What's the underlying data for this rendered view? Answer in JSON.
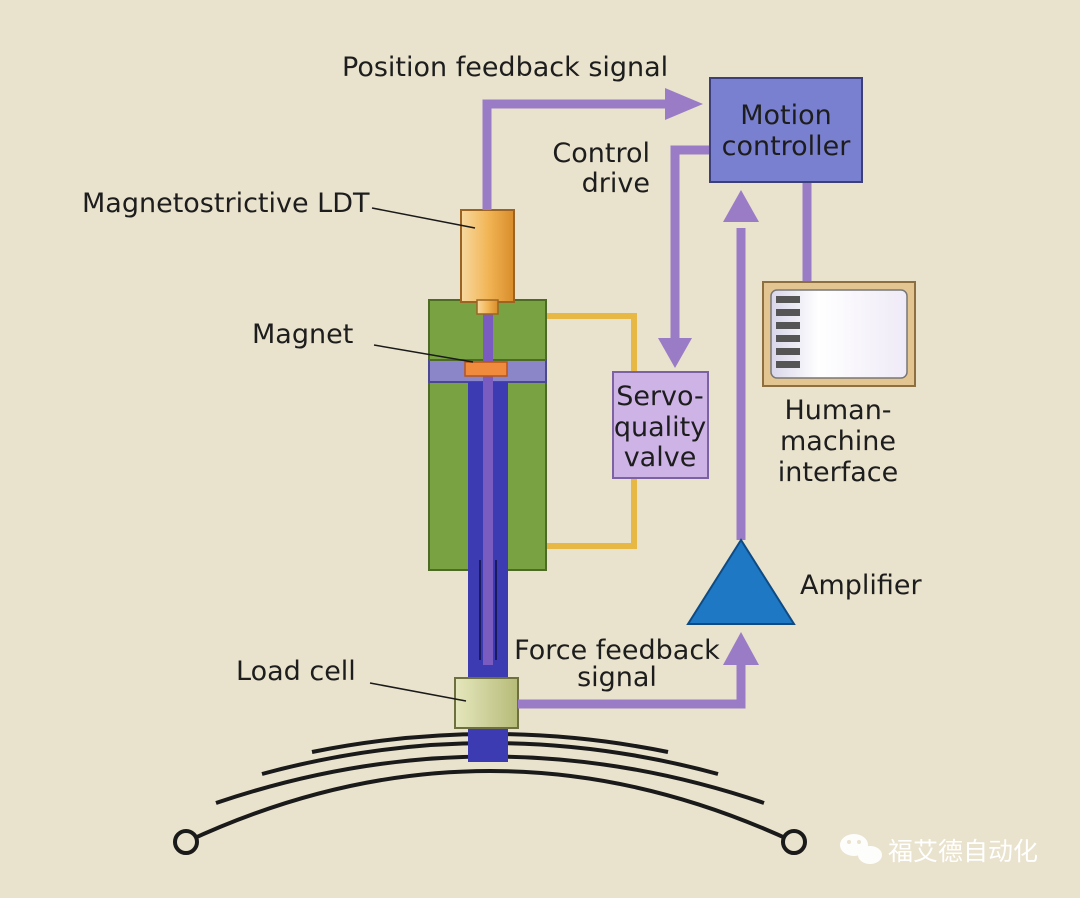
{
  "labels": {
    "position_feedback": "Position feedback signal",
    "control": "Control",
    "drive": "drive",
    "ldt": "Magnetostrictive LDT",
    "magnet": "Magnet",
    "load_cell": "Load cell",
    "amplifier": "Amplifier",
    "force_feedback_1": "Force feedback",
    "force_feedback_2": "signal"
  },
  "motion_controller": {
    "line1": "Motion",
    "line2": "controller"
  },
  "servo_valve": {
    "line1": "Servo-",
    "line2": "quality",
    "line3": "valve"
  },
  "hmi": {
    "line1": "Human-",
    "line2": "machine",
    "line3": "interface"
  },
  "watermark": "福艾德自动化",
  "colors": {
    "background": "#e9e2cd",
    "signal_purple": "#9a7cc6",
    "controller_blue": "#7a80d0",
    "valve_lavender": "#cdb3e6",
    "cylinder_green": "#79a343",
    "rod_blue": "#3d3bb2",
    "ldt_orange": "#f0b45a",
    "load_cell": "#cfd39a",
    "amplifier": "#1f78c4",
    "hydraulic_yellow": "#e8b844"
  }
}
